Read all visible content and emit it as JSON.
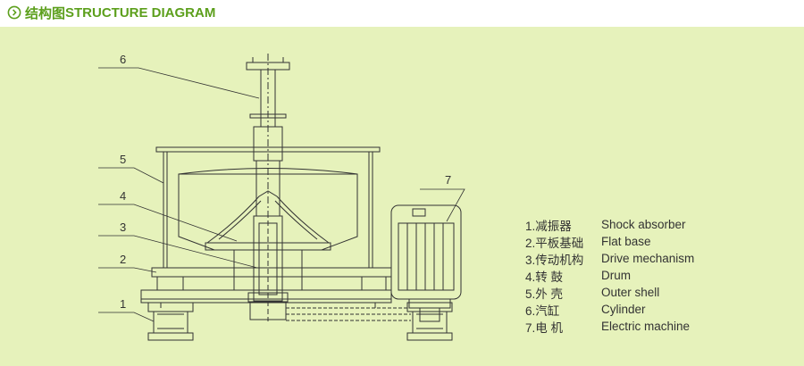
{
  "header": {
    "icon": "chevron-right-circle-icon",
    "title_cn": "结构图",
    "title_en": "STRUCTURE DIAGRAM",
    "accent_color": "#5c9f1c"
  },
  "panel": {
    "background": "#e6f2bb"
  },
  "callouts": [
    "6",
    "5",
    "4",
    "3",
    "2",
    "1",
    "7"
  ],
  "legend": [
    {
      "num": "1.减振器",
      "en": "Shock absorber"
    },
    {
      "num": "2.平板基础",
      "en": "Flat base"
    },
    {
      "num": "3.传动机构",
      "en": "Drive mechanism"
    },
    {
      "num": "4.转 鼓",
      "en": "Drum"
    },
    {
      "num": "5.外 壳",
      "en": "Outer shell"
    },
    {
      "num": "6.汽缸",
      "en": "Cylinder"
    },
    {
      "num": "7.电 机",
      "en": "Electric machine"
    }
  ]
}
